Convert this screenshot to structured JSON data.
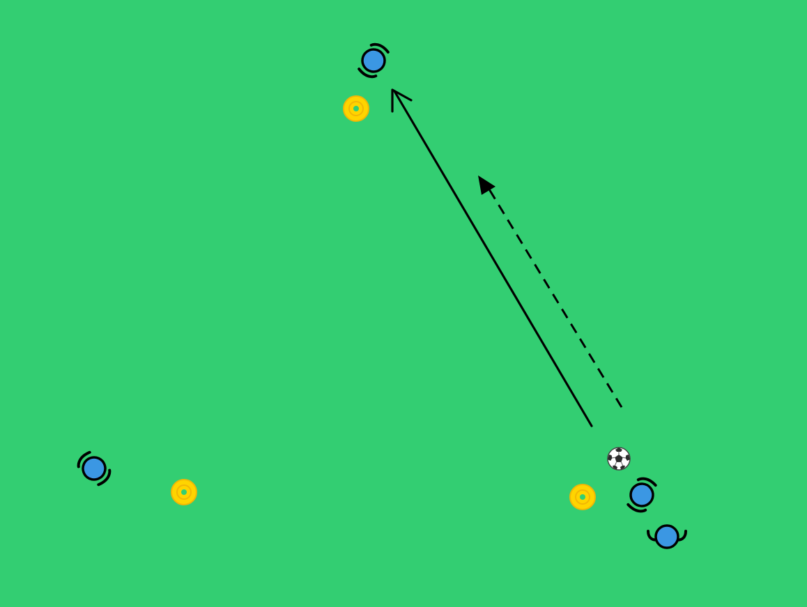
{
  "colors": {
    "pitch": "#33ce72",
    "player_fill": "#3b97e3",
    "outline": "#000000",
    "cone_outer": "#ffd400",
    "cone_ring": "#f2b705",
    "cone_center": "#33ce72",
    "arrow": "#000000"
  },
  "players": [
    {
      "name": "player-top-receiver"
    },
    {
      "name": "player-left-wide"
    },
    {
      "name": "player-right-front"
    },
    {
      "name": "player-right-back"
    }
  ],
  "cones": [
    {
      "name": "cone-top"
    },
    {
      "name": "cone-left"
    },
    {
      "name": "cone-right"
    }
  ],
  "ball": {
    "icon": "soccer-ball-icon"
  },
  "movements": [
    {
      "name": "pass-arrow",
      "style": "solid",
      "meaning": "pass"
    },
    {
      "name": "run-arrow",
      "style": "dashed",
      "meaning": "player run"
    }
  ]
}
